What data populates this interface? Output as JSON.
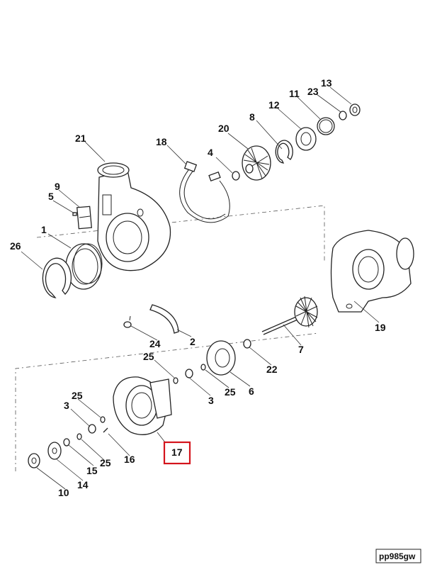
{
  "callouts": [
    "21",
    "9",
    "5",
    "1",
    "26",
    "18",
    "4",
    "20",
    "8",
    "12",
    "11",
    "23",
    "13",
    "24",
    "2",
    "19",
    "7",
    "22",
    "25",
    "6",
    "3",
    "17",
    "16",
    "14",
    "15",
    "10"
  ],
  "highlighted_callout": "17",
  "highlight_color": "#d4141c",
  "reference_code": "pp985gw"
}
